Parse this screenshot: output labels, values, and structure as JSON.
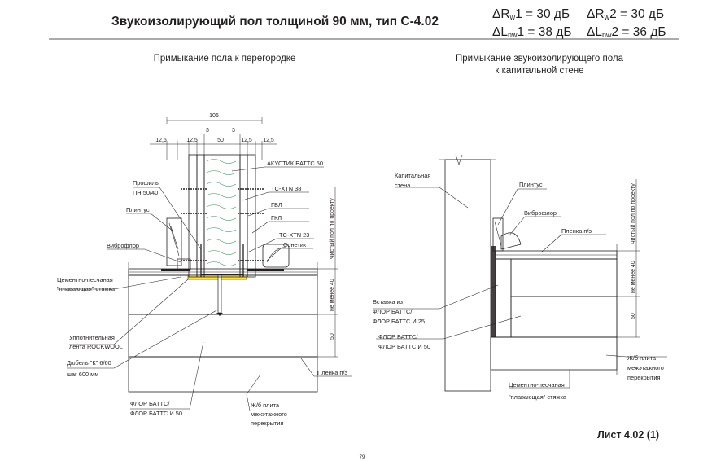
{
  "header": {
    "title": "Звукоизолирующий пол толщиной 90 мм, тип С-4.02",
    "indices": [
      {
        "symbol": "ΔR",
        "sub": "w",
        "rest": "1 = 30 дБ"
      },
      {
        "symbol": "ΔR",
        "sub": "w",
        "rest": "2 = 30 дБ"
      },
      {
        "symbol": "ΔL",
        "sub": "nw",
        "rest": "1 = 38 дБ"
      },
      {
        "symbol": "ΔL",
        "sub": "nw",
        "rest": "2 = 36 дБ"
      }
    ]
  },
  "left_detail": {
    "subtitle": "Примыкание пола к перегородке",
    "dims": {
      "total": "106",
      "c1": "12,5",
      "c2": "12,5",
      "c3": "3",
      "c4": "50",
      "c5": "3",
      "c6": "12,5",
      "c7": "12,5",
      "h40": "не менее 40",
      "h50": "50",
      "level": "Чистый пол по проекту"
    },
    "labels": {
      "profile1": "Профиль",
      "profile2": "ПН 50/40",
      "plinth": "Плинтус",
      "vibro": "Виброфлор",
      "screed1": "Цементно-песчаная",
      "screed2": "\"плавающая\" стяжка",
      "seal1": "Уплотнительная",
      "seal2": "лента ROCKWOOL",
      "dowel1": "Дюбель \"К\" 6/60",
      "dowel2": "шаг 600 мм",
      "floor1": "ФЛОР БАТТС/",
      "floor2": "ФЛОР БАТТС И 50",
      "acoustic": "АКУСТИК БАТТС 50",
      "tc38": "ТС-XTN 38",
      "gvl": "ГВЛ",
      "gkl": "ГКЛ",
      "tc23": "ТС-XTN 23",
      "sealant": "Сонетик",
      "film": "Пленка п/э",
      "slab1": "Ж/б плита",
      "slab2": "межэтажного",
      "slab3": "перекрытия"
    }
  },
  "right_detail": {
    "subtitle1": "Примыкание звукоизолирующего пола",
    "subtitle2": "к капитальной стене",
    "dims": {
      "h40": "не менее 40",
      "h50": "50",
      "level": "Чистый пол по проекту"
    },
    "labels": {
      "wall1": "Капитальная",
      "wall2": "стена",
      "plinth": "Плинтус",
      "vibro": "Виброфлор",
      "film": "Пленка п/э",
      "insert1": "Вставка из",
      "insert2": "ФЛОР БАТТС/",
      "insert3": "ФЛОР БАТТС И 25",
      "floor1": "ФЛОР БАТТС/",
      "floor2": "ФЛОР БАТТС И 50",
      "slab1": "Ж/б плита",
      "slab2": "межэтажного",
      "slab3": "перекрытия",
      "screed1": "Цементно-песчаная",
      "screed2": "\"плавающая\" стяжка"
    }
  },
  "footer": {
    "sheet": "Лист 4.02 (1)",
    "page": "79"
  }
}
